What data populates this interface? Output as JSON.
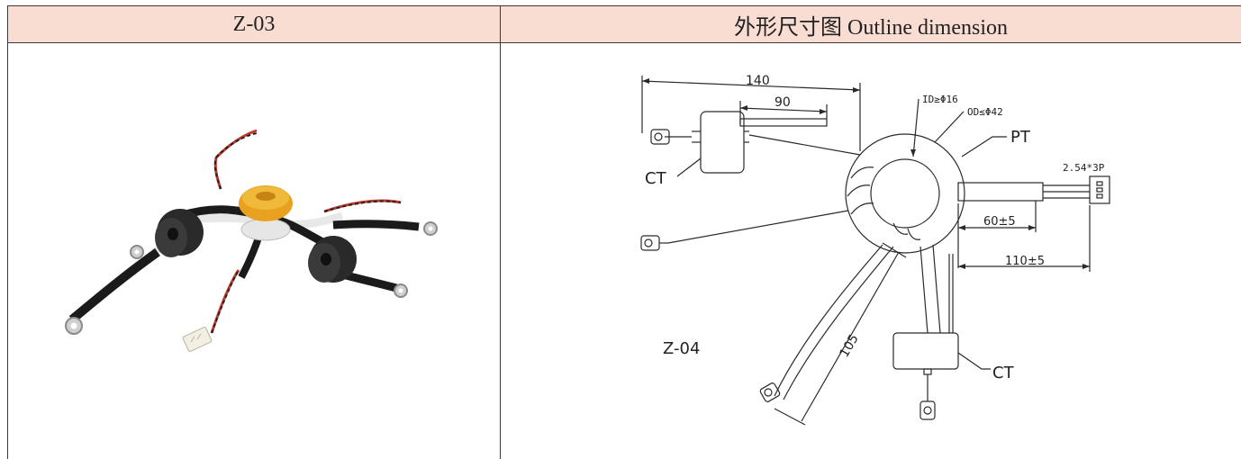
{
  "header": {
    "left_title": "Z-03",
    "right_title": "外形尺寸图  Outline dimension"
  },
  "photo": {
    "icon": "current-transformer-harness-photo"
  },
  "drawing": {
    "dim_140": "140",
    "dim_90": "90",
    "id_label": "ID≥Φ16",
    "od_label": "OD≤Φ42",
    "pt_label": "PT",
    "connector_label": "2.54*3P",
    "ct_left": "CT",
    "ct_bottom": "CT",
    "dim_60": "60±5",
    "dim_110": "110±5",
    "dim_105": "105",
    "model_label": "Z-04"
  }
}
